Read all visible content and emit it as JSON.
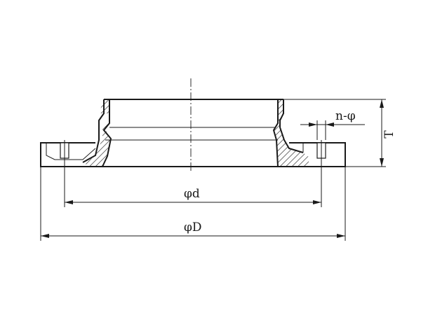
{
  "drawing": {
    "labels": {
      "inner_diameter": "φd",
      "outer_diameter": "φD",
      "holes": "n-φ",
      "thickness": "T"
    }
  }
}
